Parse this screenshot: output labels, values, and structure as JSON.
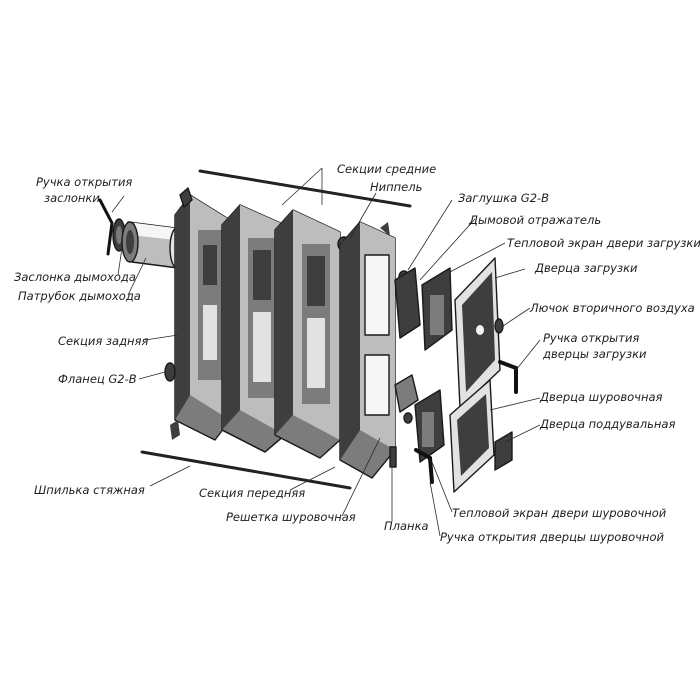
{
  "labels": {
    "handle_damper": [
      "Ручка открытия",
      "заслонки"
    ],
    "chimney_damper": "Заслонка дымохода",
    "chimney_pipe": "Патрубок дымохода",
    "rear_section": "Секция задняя",
    "flange": "Фланец G2-B",
    "tie_rod": "Шпилька стяжная",
    "middle_sections": "Секции средние",
    "nipple": "Ниппель",
    "plug": "Заглушка G2-B",
    "smoke_reflector": "Дымовой отражатель",
    "load_door_screen": "Тепловой экран двери загрузки",
    "load_door": "Дверца загрузки",
    "secondary_air_hatch": "Лючок вторичного воздуха",
    "load_door_handle": [
      "Ручка открытия",
      "дверцы загрузки"
    ],
    "ash_door": "Дверца шуровочная",
    "blower_door": "Дверца поддувальная",
    "front_section": "Секция передняя",
    "grate": "Решетка шуровочная",
    "strip": "Планка",
    "ash_door_screen": "Тепловой экран двери шуровочной",
    "ash_door_handle": "Ручка открытия дверцы шуровочной"
  }
}
